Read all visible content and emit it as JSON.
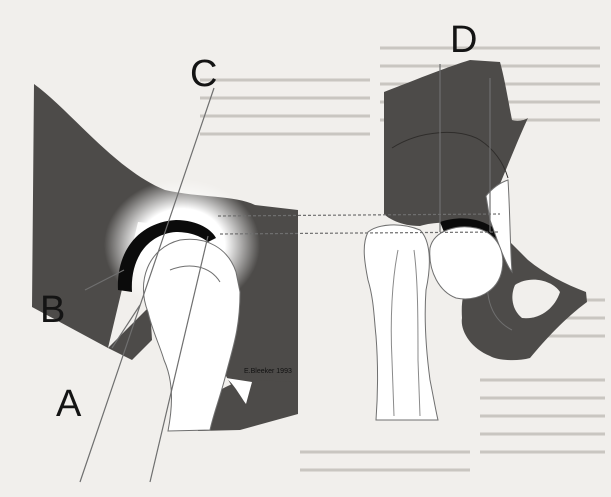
{
  "figure": {
    "labels": {
      "a": "A",
      "b": "B",
      "c": "C",
      "d": "D"
    },
    "signature": "E.Bleeker 1993"
  },
  "colors": {
    "paper": "#f1efec",
    "pelvis": "#4d4b49",
    "cartilage": "#0b0b0b",
    "bone": "#ffffff",
    "line": "#6f6f6f"
  }
}
